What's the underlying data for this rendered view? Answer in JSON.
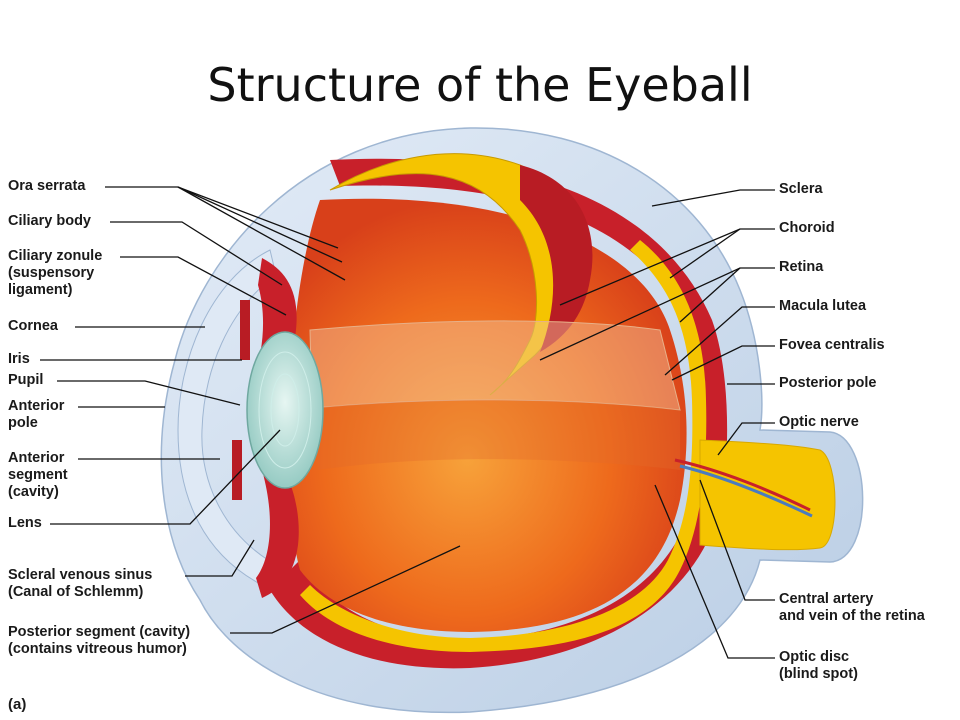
{
  "title": "Structure of the Eyeball",
  "figure_label": "(a)",
  "labels_left": [
    {
      "id": "ora-serrata",
      "text": "Ora serrata"
    },
    {
      "id": "ciliary-body",
      "text": "Ciliary body"
    },
    {
      "id": "ciliary-zonule",
      "text": "Ciliary zonule\n(suspensory\nligament)"
    },
    {
      "id": "cornea",
      "text": "Cornea"
    },
    {
      "id": "iris",
      "text": "Iris"
    },
    {
      "id": "pupil",
      "text": "Pupil"
    },
    {
      "id": "anterior-pole",
      "text": "Anterior\npole"
    },
    {
      "id": "anterior-segment",
      "text": "Anterior\nsegment\n(cavity)"
    },
    {
      "id": "lens",
      "text": "Lens"
    },
    {
      "id": "scleral-venous-sinus",
      "text": "Scleral venous sinus\n(Canal of Schlemm)"
    },
    {
      "id": "posterior-segment",
      "text": "Posterior segment (cavity)\n(contains vitreous humor)"
    }
  ],
  "labels_right": [
    {
      "id": "sclera",
      "text": "Sclera"
    },
    {
      "id": "choroid",
      "text": "Choroid"
    },
    {
      "id": "retina",
      "text": "Retina"
    },
    {
      "id": "macula-lutea",
      "text": "Macula lutea"
    },
    {
      "id": "fovea-centralis",
      "text": "Fovea centralis"
    },
    {
      "id": "posterior-pole",
      "text": "Posterior pole"
    },
    {
      "id": "optic-nerve",
      "text": "Optic nerve"
    },
    {
      "id": "central-artery-vein",
      "text": "Central artery\nand vein of the retina"
    },
    {
      "id": "optic-disc",
      "text": "Optic disc\n(blind spot)"
    }
  ],
  "colors": {
    "sclera": "#c9d9ec",
    "choroid": "#c8202a",
    "retina": "#f5c400",
    "vitreous": "#f07020",
    "lens": "#a8d8d0",
    "leader": "#111111"
  }
}
